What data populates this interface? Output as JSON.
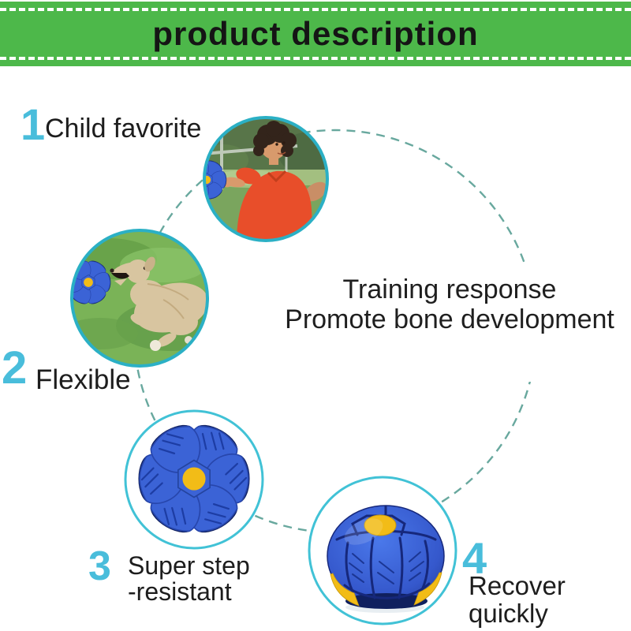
{
  "banner": {
    "title": "product description"
  },
  "center_text": {
    "line1": "Training response",
    "line2": "Promote bone development"
  },
  "features": [
    {
      "number": "1",
      "label": "Child favorite",
      "alt": "child throwing flying saucer ball"
    },
    {
      "number": "2",
      "label": "Flexible",
      "alt": "dog catching flying saucer ball"
    },
    {
      "number": "3",
      "label_line1": "Super step",
      "label_line2": "-resistant",
      "alt": "flat disc ball"
    },
    {
      "number": "4",
      "label": "Recover quickly",
      "alt": "recovered round ball"
    }
  ],
  "colors": {
    "banner_green": "#4db84a",
    "number_cyan": "#49bddb",
    "photo_ring_teal": "#2bb0c5",
    "item_ring_cyan": "#41c2d6",
    "dashed_connector": "#68a89e",
    "ball_blue": "#3b63d6",
    "ball_navy": "#10205e",
    "ball_yellow": "#f2bc17",
    "text_black": "#1d1d1d"
  }
}
